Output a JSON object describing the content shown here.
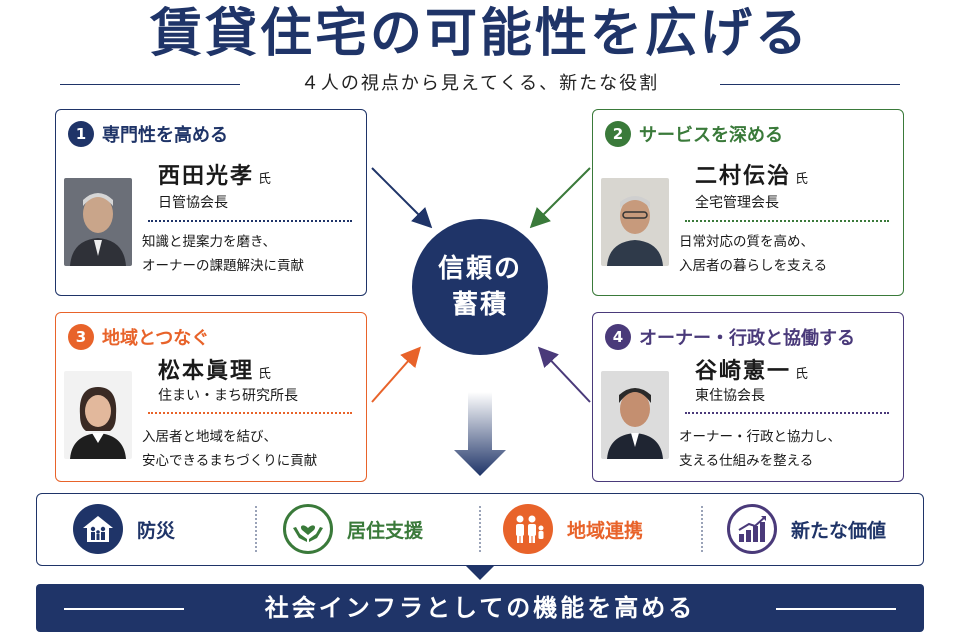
{
  "title": "賃貸住宅の可能性を広げる",
  "subtitle": "４人の視点から見えてくる、新たな役割",
  "center": {
    "line1": "信頼の",
    "line2": "蓄積"
  },
  "cards": [
    {
      "num": "1",
      "heading": "専門性を高める",
      "name": "西田光孝",
      "honorific": "氏",
      "role": "日管協会長",
      "desc1": "知識と提案力を磨き、",
      "desc2": "オーナーの課題解決に貢献",
      "color": "#1f3468"
    },
    {
      "num": "2",
      "heading": "サービスを深める",
      "name": "二村伝治",
      "honorific": "氏",
      "role": "全宅管理会長",
      "desc1": "日常対応の質を高め、",
      "desc2": "入居者の暮らしを支える",
      "color": "#3a7a3a"
    },
    {
      "num": "3",
      "heading": "地域とつなぐ",
      "name": "松本眞理",
      "honorific": "氏",
      "role": "住まい・まち研究所長",
      "desc1": "入居者と地域を結び、",
      "desc2": "安心できるまちづくりに貢献",
      "color": "#e8632a"
    },
    {
      "num": "4",
      "heading": "オーナー・行政と協働する",
      "name": "谷崎憲一",
      "honorific": "氏",
      "role": "東住協会長",
      "desc1": "オーナー・行政と協力し、",
      "desc2": "支える仕組みを整える",
      "color": "#4a3a7a"
    }
  ],
  "impacts": [
    {
      "label": "防災",
      "icon": "house-family-icon",
      "color": "#1f3468"
    },
    {
      "label": "居住支援",
      "icon": "hands-heart-icon",
      "color": "#3a7a3a"
    },
    {
      "label": "地域連携",
      "icon": "family-people-icon",
      "color": "#e8632a"
    },
    {
      "label": "新たな価値",
      "icon": "growth-chart-icon",
      "color": "#4a3a7a"
    }
  ],
  "banner": "社会インフラとしての機能を高める"
}
